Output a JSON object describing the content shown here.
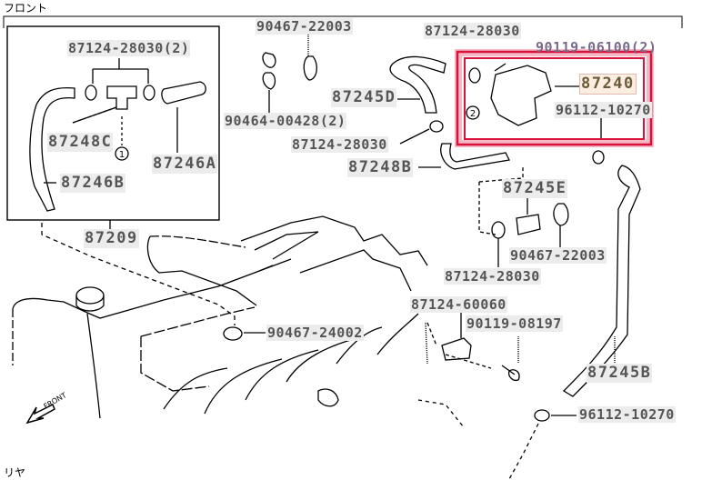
{
  "page": {
    "front_label_jp": "フロント",
    "rear_label_jp": "リヤ",
    "front_arrow_text": "FRONT"
  },
  "inset": {
    "assembly_label": "87209",
    "parts": [
      {
        "id": "87124-28030(2)"
      },
      {
        "id": "87248C"
      },
      {
        "id": "87246A"
      },
      {
        "id": "87246B"
      }
    ],
    "callout_1": "1"
  },
  "parts": {
    "p90467_22003_top": "90467-22003",
    "p90464_00428": "90464-00428(2)",
    "p87245D": "87245D",
    "p87124_28030_mid": "87124-28030",
    "p87248B": "87248B",
    "p87124_28030_top": "87124-28030",
    "p90119_06100": "90119-06100(2)",
    "p87240": "87240",
    "p96112_10270_top": "96112-10270",
    "p87245E": "87245E",
    "p90467_22003_right": "90467-22003",
    "p87124_28030_right": "87124-28030",
    "p87124_60060": "87124-60060",
    "p90119_08197": "90119-08197",
    "p90467_24002": "90467-24002",
    "p87245B": "87245B",
    "p96112_10270_bottom": "96112-10270",
    "callout_2": "2"
  },
  "highlight": {
    "color": "#d8123a",
    "target": "87240"
  }
}
